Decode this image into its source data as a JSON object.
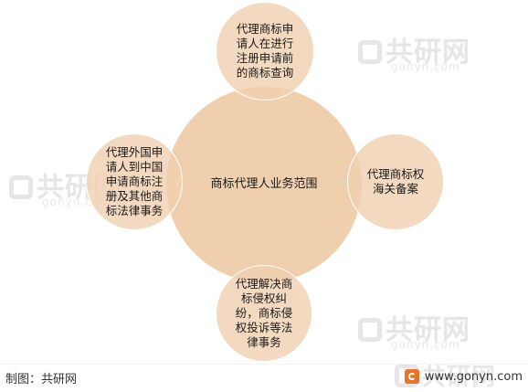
{
  "diagram": {
    "center": "商标代理人业务范围",
    "top": "代理商标申请人在进行注册申请前的商标查询",
    "left": "代理外国申请人到中国申请商标注册及其他商标法律事务",
    "right": "代理商标权海关备案",
    "bottom": "代理解决商标侵权纠纷，商标侵权投诉等法律事务"
  },
  "watermark": {
    "brand": "共研网",
    "domain": "gonyn.com"
  },
  "footer": {
    "source": "制图：共研网",
    "site": "www.gonyn.com"
  },
  "colors": {
    "circle_fill": "#f0cfaf",
    "text": "#1a1a1a"
  }
}
